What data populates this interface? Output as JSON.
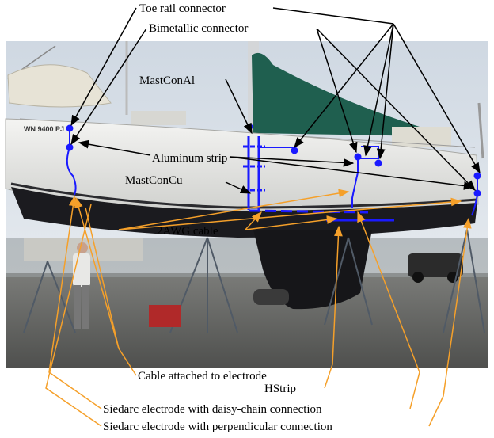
{
  "labels": {
    "toe_rail_connector": "Toe rail connector",
    "bimetallic_connector": "Bimetallic connector",
    "mast_con_al": "MastConAl",
    "aluminum_strip": "Aluminum strip",
    "mast_con_cu": "MastConCu",
    "awg_cable": "2AWG cable",
    "cable_attached": "Cable attached to electrode",
    "hstrip": "HStrip",
    "siedarc_daisy": "Siedarc electrode with daisy-chain connection",
    "siedarc_perp": "Siedarc electrode with perpendicular connection"
  },
  "photo": {
    "hull_registration": "WN 9400 PJ"
  },
  "colors": {
    "leader_black": "#000000",
    "leader_orange": "#f5a02a",
    "wiring_blue": "#1a1aff",
    "hull_white": "#ececec",
    "hull_bottom": "#1b1b1f",
    "sail_cover": "#1f5f4f",
    "sky": "#dce3ea",
    "ground": "#6b6c6a"
  }
}
